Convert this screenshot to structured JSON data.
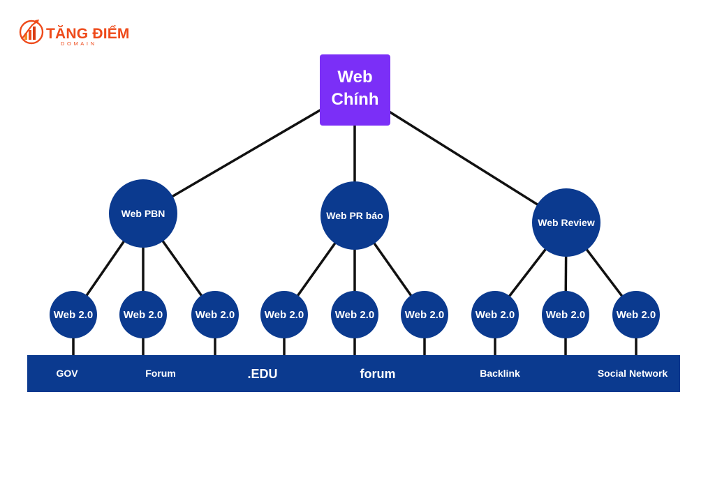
{
  "logo": {
    "name": "TĂNG ĐIỂM",
    "subtitle": "DOMAIN",
    "color": "#ee4a1a"
  },
  "colors": {
    "root_fill": "#7b2ff7",
    "node_fill": "#0b3a8f",
    "band_fill": "#0b3a8f",
    "edge": "#111111",
    "text_on_node": "#ffffff"
  },
  "diagram": {
    "root": {
      "line1": "Web",
      "line2": "Chính"
    },
    "level1": [
      {
        "label": "Web PBN"
      },
      {
        "label": "Web PR báo"
      },
      {
        "label": "Web Review"
      }
    ],
    "level2_label": "Web 2.0",
    "level2_count": 9,
    "band_labels": [
      "GOV",
      "Forum",
      ".EDU",
      "forum",
      "Backlink",
      "Social Network"
    ]
  }
}
